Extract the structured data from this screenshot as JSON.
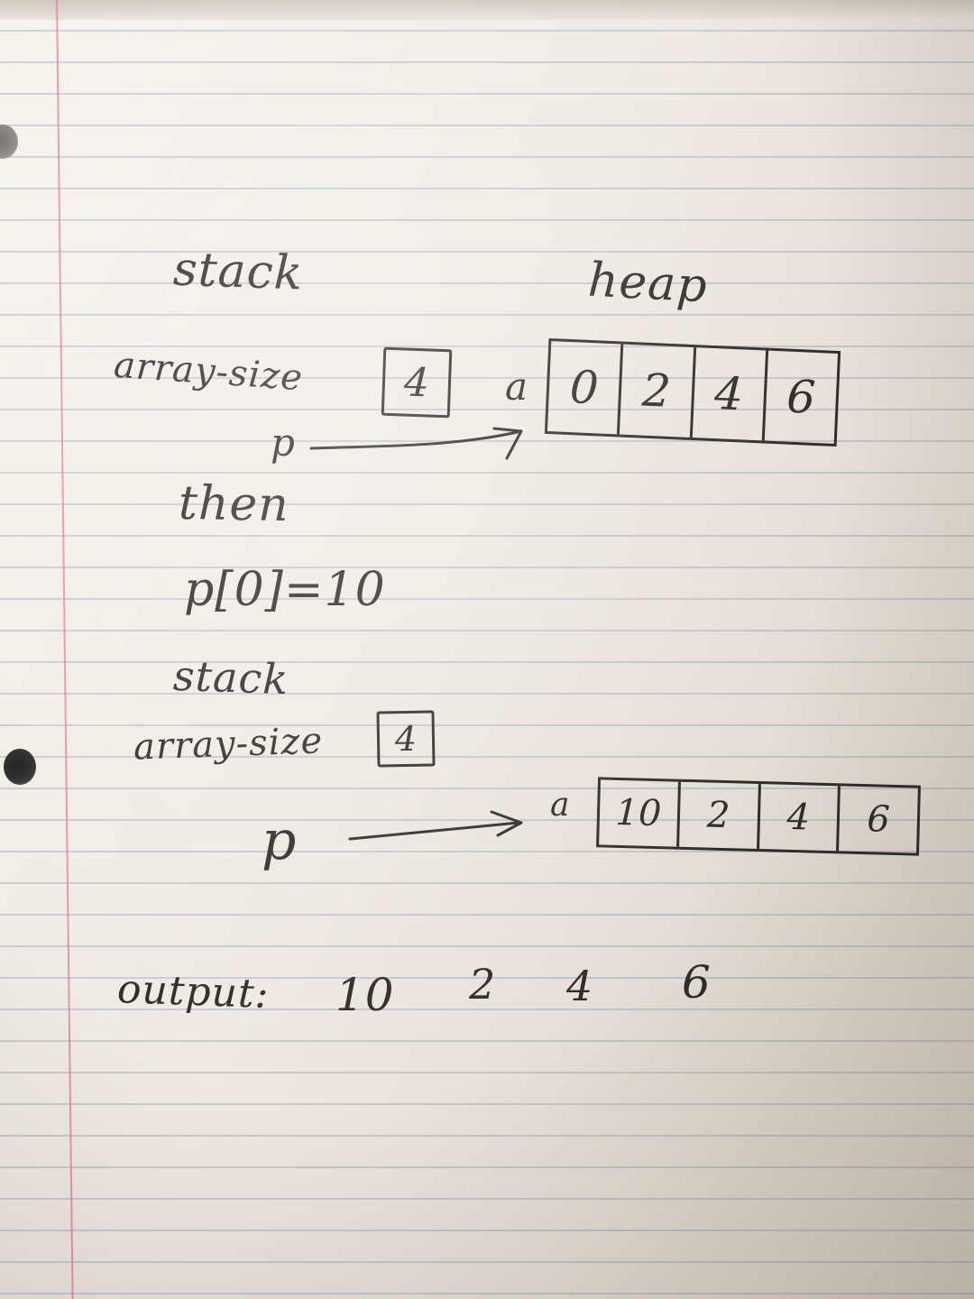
{
  "diagram": {
    "before": {
      "stack_label": "stack",
      "heap_label": "heap",
      "size_var_label": "array-size",
      "size_value": "4",
      "pointer_label": "p",
      "array_label": "a",
      "array_values": [
        "0",
        "2",
        "4",
        "6"
      ]
    },
    "step_label": "then",
    "statement": "p[0]=10",
    "after": {
      "stack_label": "stack",
      "size_var_label": "array-size",
      "size_value": "4",
      "pointer_label": "p",
      "array_label": "a",
      "array_values": [
        "10",
        "2",
        "4",
        "6"
      ]
    },
    "output": {
      "label": "output:",
      "values": [
        "10",
        "2",
        "4",
        "6"
      ]
    }
  },
  "colors": {
    "ink": "#2f2c29",
    "paper": "#efe9e2",
    "rule_lines": "#6e82a5",
    "margin_line": "#e27896"
  }
}
